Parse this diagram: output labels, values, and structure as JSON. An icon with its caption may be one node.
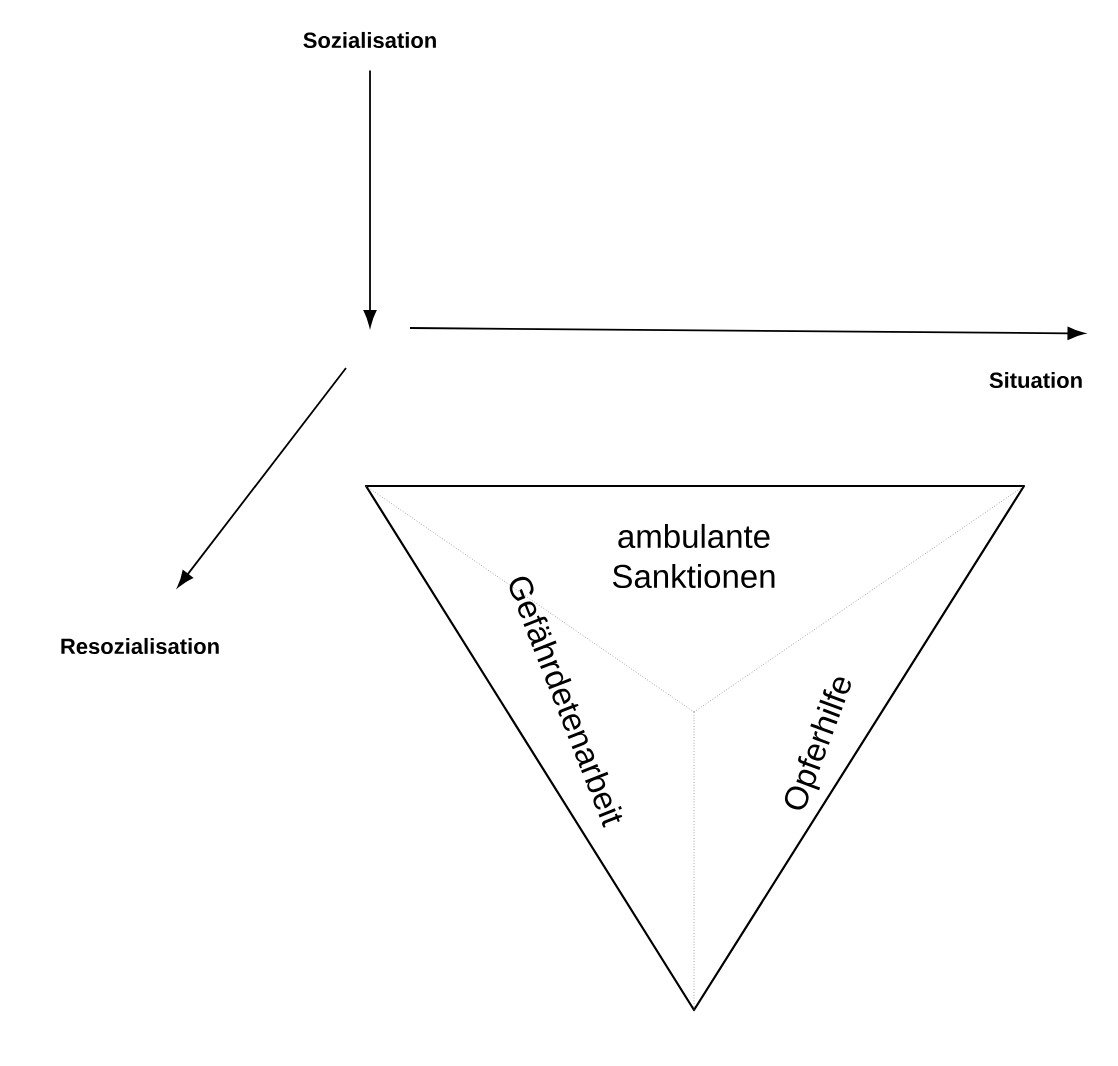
{
  "diagram": {
    "nodes": [
      {
        "text": [
          "Sozialisation"
        ]
      },
      {
        "text": [
          "Situation"
        ]
      },
      {
        "text": [
          "Resozialisation"
        ]
      },
      {
        "text": [
          "ambulante Sanktionen",
          "Gefährdetenarbeit",
          "Opferhilfe"
        ]
      }
    ],
    "edges": [
      {
        "from": 0,
        "to": null,
        "arrow": "to"
      },
      {
        "from": null,
        "to": 1,
        "arrow": "to"
      },
      {
        "from": null,
        "to": 2,
        "arrow": "to"
      }
    ]
  }
}
